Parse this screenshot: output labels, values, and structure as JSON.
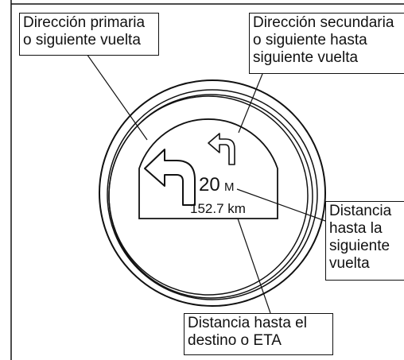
{
  "callouts": {
    "primary": {
      "line1": "Dirección primaria",
      "line2": "o siguiente vuelta"
    },
    "secondary": {
      "line1": "Dirección secundaria",
      "line2": "o siguiente hasta",
      "line3": "siguiente vuelta"
    },
    "next_turn": {
      "line1": "Distancia",
      "line2": "hasta la",
      "line3": "siguiente",
      "line4": "vuelta"
    },
    "destination": {
      "line1": "Distancia hasta el",
      "line2": "destino o ETA"
    }
  },
  "display": {
    "distance_value": "20",
    "distance_unit": "M",
    "total_distance": "152.7 km"
  },
  "icons": {
    "primary": "turn-left-arrow-icon",
    "secondary": "turn-left-arrow-icon"
  }
}
